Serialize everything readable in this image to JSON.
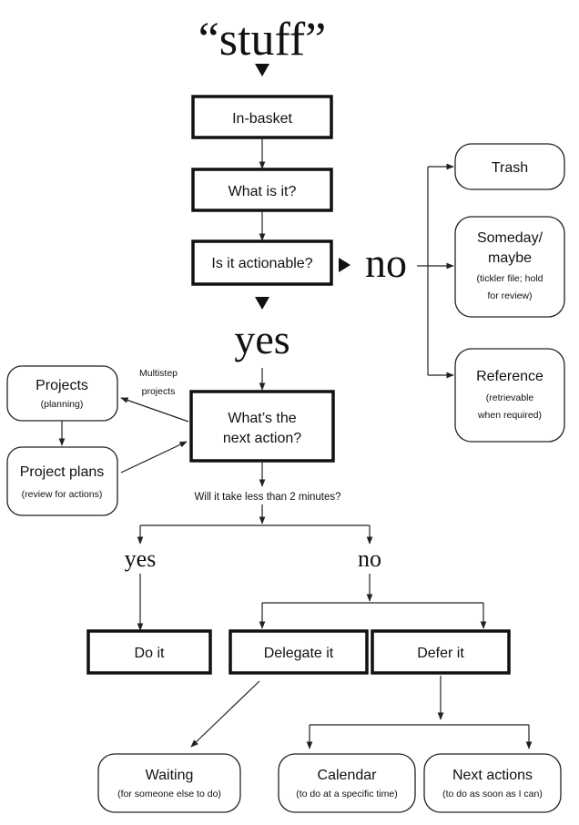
{
  "header": {
    "title": "“stuff”"
  },
  "nodes": {
    "in_basket": "In-basket",
    "what_is_it": "What is it?",
    "is_actionable": "Is it actionable?",
    "next_action_line1": "What’s the",
    "next_action_line2": "next action?",
    "do_it": "Do it",
    "delegate_it": "Delegate it",
    "defer_it": "Defer it"
  },
  "outcomes": {
    "trash": {
      "title": "Trash"
    },
    "someday": {
      "title_line1": "Someday/",
      "title_line2": "maybe",
      "sub_line1": "(tickler file; hold",
      "sub_line2": "for review)"
    },
    "reference": {
      "title": "Reference",
      "sub_line1": "(retrievable",
      "sub_line2": "when required)"
    },
    "projects": {
      "title": "Projects",
      "sub": "(planning)"
    },
    "project_plans": {
      "title": "Project plans",
      "sub": "(review for actions)"
    },
    "waiting": {
      "title": "Waiting",
      "sub": "(for someone else to do)"
    },
    "calendar": {
      "title": "Calendar",
      "sub": "(to do at a specific time)"
    },
    "next_actions": {
      "title": "Next actions",
      "sub": "(to do as soon as I can)"
    }
  },
  "labels": {
    "no_main": "no",
    "yes_main": "yes",
    "multistep_line1": "Multistep",
    "multistep_line2": "projects",
    "two_minutes": "Will it take less than 2 minutes?",
    "yes_small": "yes",
    "no_small": "no"
  },
  "icons": {
    "chevron_down": "chevron-down-icon",
    "chevron_right": "chevron-right-icon",
    "arrowhead": "arrowhead-icon"
  }
}
